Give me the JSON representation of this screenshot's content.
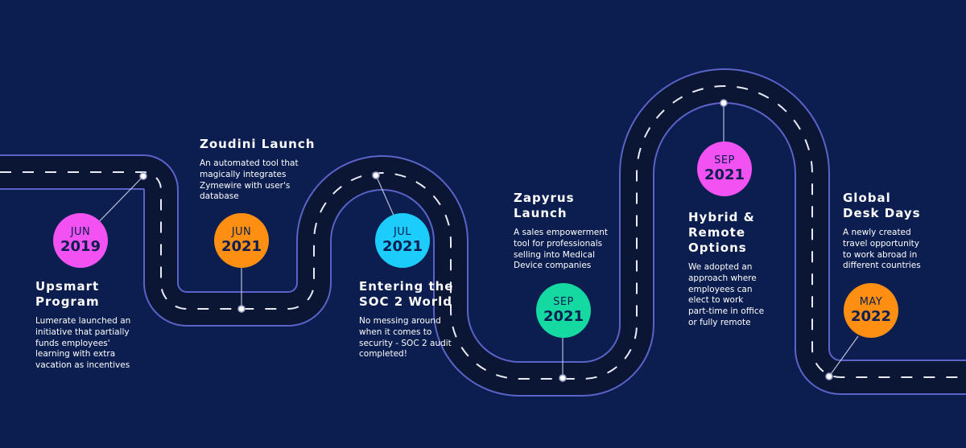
{
  "milestones": [
    {
      "month": "JUN",
      "year": "2019",
      "color": "#f252f2",
      "title": "Upsmart\nProgram",
      "desc": "Lumerate launched an\ninitiative that partially\nfunds employees'\nlearning with extra\nvacation as incentives"
    },
    {
      "month": "JUN",
      "year": "2021",
      "color": "#ff8f12",
      "title": "Zoudini Launch",
      "desc": "An automated tool that\nmagically integrates\nZymewire with user's\ndatabase"
    },
    {
      "month": "JUL",
      "year": "2021",
      "color": "#1ccdfb",
      "title": "Entering the\nSOC 2 World",
      "desc": "No messing around\nwhen it comes to\nsecurity - SOC 2 audit\ncompleted!"
    },
    {
      "month": "SEP",
      "year": "2021",
      "color": "#14d9a1",
      "title": "Zapyrus\nLaunch",
      "desc": "A sales empowerment\ntool for professionals\nselling into Medical\nDevice companies"
    },
    {
      "month": "SEP",
      "year": "2021",
      "color": "#f252f2",
      "title": "Hybrid &\nRemote\nOptions",
      "desc": "We adopted an\napproach where\nemployees can\nelect to work\npart-time in office\nor fully remote"
    },
    {
      "month": "MAY",
      "year": "2022",
      "color": "#ff8f12",
      "title": "Global\nDesk Days",
      "desc": "A newly created\ntravel opportunity\nto work abroad in\ndifferent countries"
    }
  ]
}
